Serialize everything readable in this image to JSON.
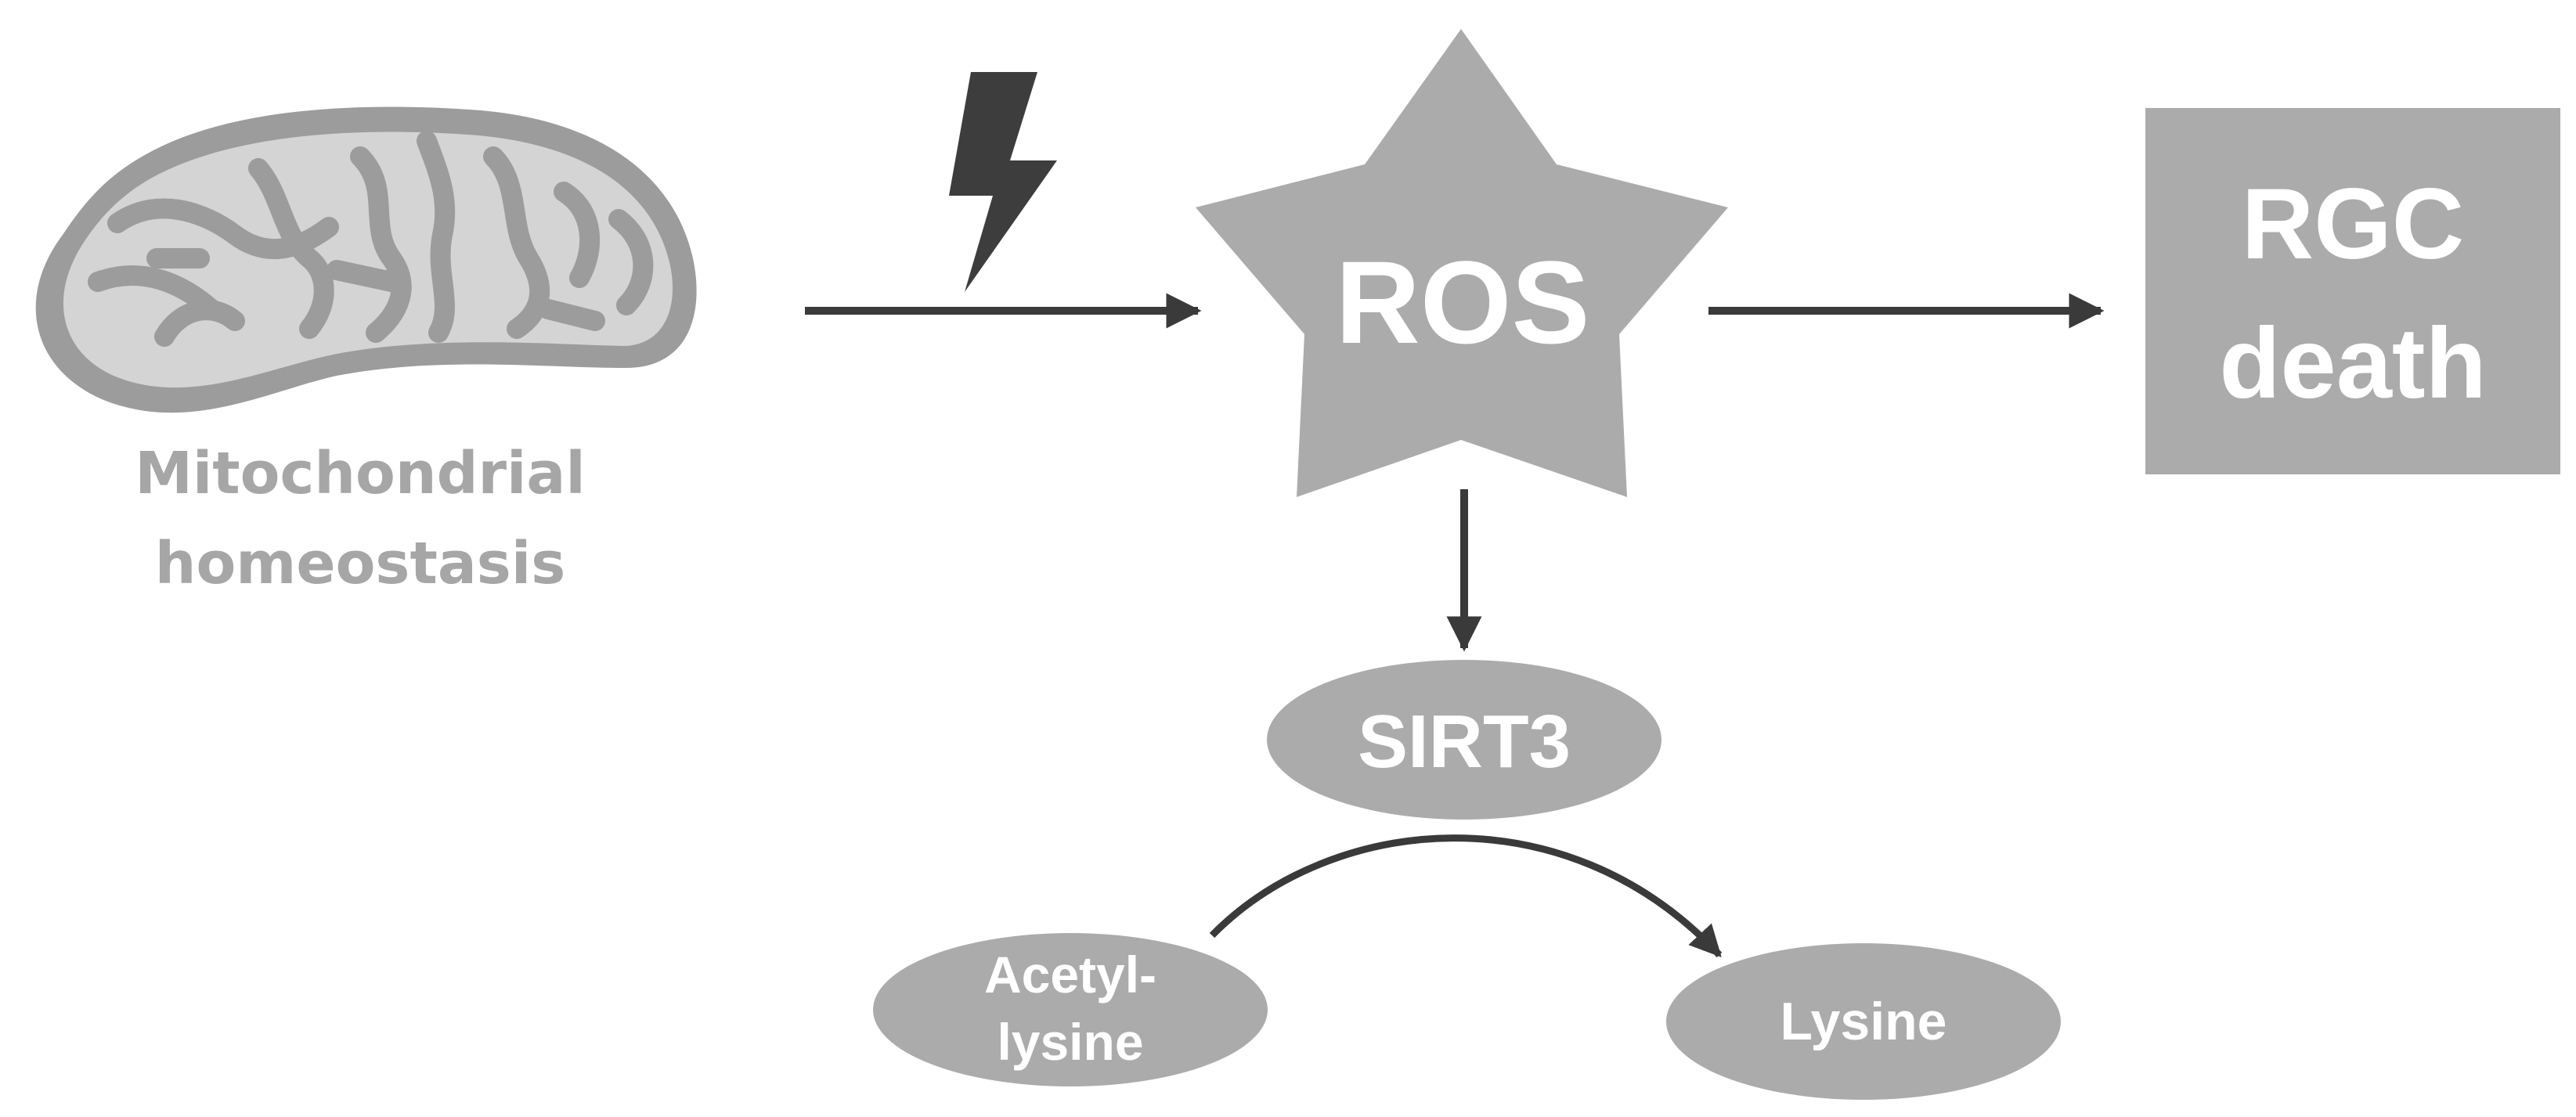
{
  "nodes": {
    "mitochondria": {
      "label_line1": "Mitochondrial",
      "label_line2": "homeostasis"
    },
    "ros": {
      "label": "ROS"
    },
    "rgc_death": {
      "label_line1": "RGC",
      "label_line2": "death"
    },
    "sirt3": {
      "label": "SIRT3"
    },
    "acetyl_lysine": {
      "label_line1": "Acetyl-",
      "label_line2": "lysine"
    },
    "lysine": {
      "label": "Lysine"
    }
  },
  "icons": {
    "stress": "lightning-bolt-icon",
    "organelle": "mitochondrion-icon"
  },
  "colors": {
    "node_fill": "#ababab",
    "arrow": "#3a3a3a",
    "bolt": "#3d3d3d",
    "label_text": "#ffffff",
    "caption_text": "#a6a6a6"
  }
}
